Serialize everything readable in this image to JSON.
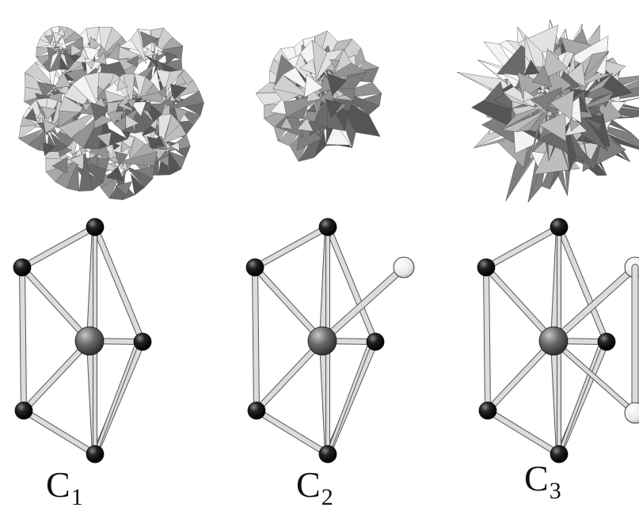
{
  "labels": [
    {
      "letter": "C",
      "index": "1"
    },
    {
      "letter": "C",
      "index": "2"
    },
    {
      "letter": "C",
      "index": "3"
    }
  ],
  "colors": {
    "surface_light": "#f2f2f2",
    "surface_mid": "#bdbdbd",
    "surface_dark": "#6a6a6a",
    "atom_dark": "#111111",
    "atom_center": "#5a5a5a",
    "atom_white": "#f4f4f4",
    "bond": "#d8d8d8"
  },
  "structures": [
    {
      "name": "C1",
      "surface": "lumpy-cluster",
      "extra_white_atoms": 0
    },
    {
      "name": "C2",
      "surface": "compact-spiky",
      "extra_white_atoms": 1
    },
    {
      "name": "C3",
      "surface": "very-spiky",
      "extra_white_atoms": 2
    }
  ]
}
